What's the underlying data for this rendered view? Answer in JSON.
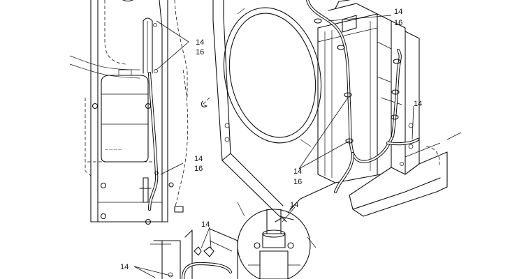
{
  "callouts": {
    "top_right": {
      "a": "14",
      "b": "16"
    },
    "left_upper": {
      "a": "14",
      "b": "16"
    },
    "left_middle": {
      "a": "14",
      "b": "16"
    },
    "right_middle": {
      "a": "14"
    },
    "center": {
      "a": "14",
      "b": "16"
    },
    "detail_circle": {
      "a": "14"
    },
    "bottom_center": {
      "a": "14"
    },
    "bottom_left": {
      "a": "14"
    }
  },
  "colors": {
    "line": "#111111",
    "background": "#ffffff"
  }
}
